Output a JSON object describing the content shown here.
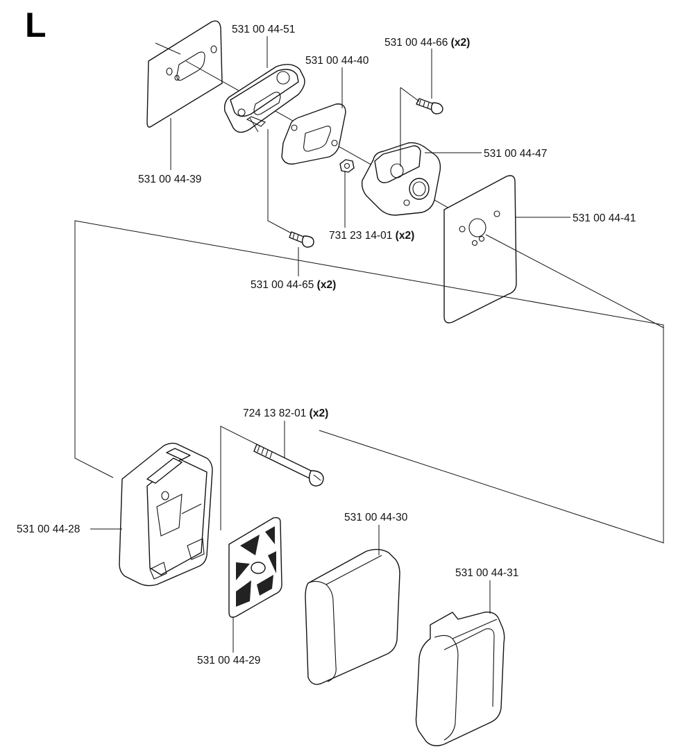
{
  "page": {
    "section_letter": "L"
  },
  "parts": [
    {
      "id": "p39",
      "number": "531 00 44-39",
      "qty": ""
    },
    {
      "id": "p51",
      "number": "531 00 44-51",
      "qty": ""
    },
    {
      "id": "p40",
      "number": "531 00 44-40",
      "qty": ""
    },
    {
      "id": "p66",
      "number": "531 00 44-66",
      "qty": "(x2)"
    },
    {
      "id": "p47",
      "number": "531 00 44-47",
      "qty": ""
    },
    {
      "id": "p41",
      "number": "531 00 44-41",
      "qty": ""
    },
    {
      "id": "p7312314",
      "number": "731 23 14-01",
      "qty": "(x2)"
    },
    {
      "id": "p65",
      "number": "531 00 44-65",
      "qty": "(x2)"
    },
    {
      "id": "p7241382",
      "number": "724 13 82-01",
      "qty": "(x2)"
    },
    {
      "id": "p28",
      "number": "531 00 44-28",
      "qty": ""
    },
    {
      "id": "p30",
      "number": "531 00 44-30",
      "qty": ""
    },
    {
      "id": "p31",
      "number": "531 00 44-31",
      "qty": ""
    },
    {
      "id": "p29",
      "number": "531 00 44-29",
      "qty": ""
    }
  ]
}
